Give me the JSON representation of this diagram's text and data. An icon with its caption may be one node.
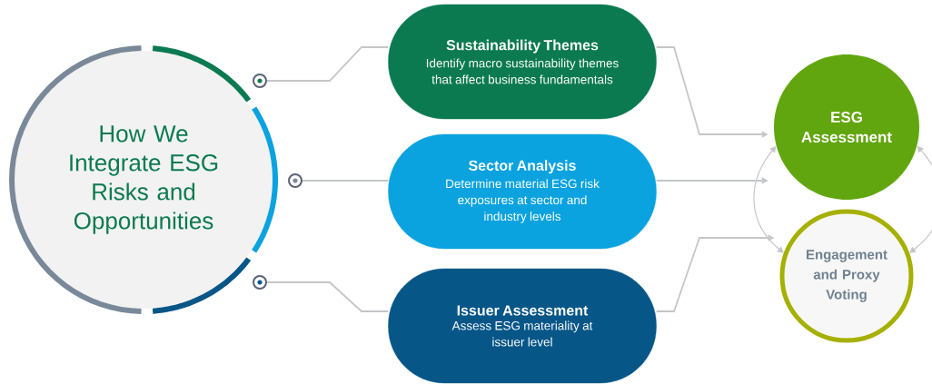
{
  "diagram": {
    "nodes": [
      {
        "text": [
          "How We Integrate ESG Risks and Opportunities"
        ]
      },
      {
        "text": [],
        "shape": "circle"
      },
      {
        "text": [],
        "shape": "circle"
      },
      {
        "text": [],
        "shape": "circle"
      },
      {
        "text": [
          "Sustainability Themes",
          "Identify macro sustainability themes that affect business fundamentals"
        ]
      },
      {
        "text": [
          "Sector Analysis",
          "Determine material ESG risk exposures at sector and industry levels"
        ]
      },
      {
        "text": [
          "Issuer Assessment",
          "Assess ESG materiality at issuer level"
        ]
      },
      {
        "text": [
          "ESG Assessment"
        ]
      },
      {
        "text": [
          "Engagement and Proxy Voting"
        ]
      }
    ],
    "edges": [
      {
        "from": 1,
        "to": 4,
        "arrow": "none"
      },
      {
        "from": 2,
        "to": 5,
        "arrow": "none"
      },
      {
        "from": 3,
        "to": 6,
        "arrow": "none"
      },
      {
        "from": 4,
        "to": 7,
        "arrow": "to"
      },
      {
        "from": 5,
        "to": 7,
        "arrow": "to"
      },
      {
        "from": 6,
        "to": 8,
        "arrow": "to"
      },
      {
        "from": 7,
        "to": 8,
        "arrow": "both"
      },
      {
        "from": 7,
        "to": 8,
        "arrow": "both"
      }
    ]
  }
}
